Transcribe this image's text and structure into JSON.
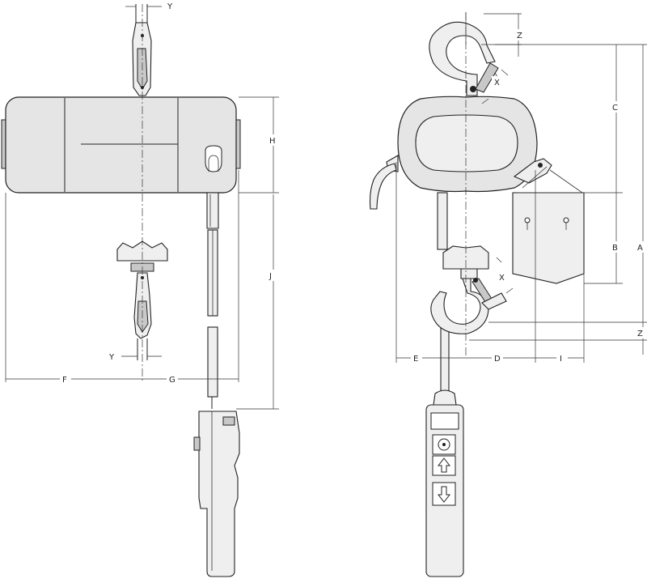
{
  "dimension_labels": {
    "a": "A",
    "b": "B",
    "c": "C",
    "d": "D",
    "e": "E",
    "f": "F",
    "g": "G",
    "h": "H",
    "i": "I",
    "j": "J",
    "x": "X",
    "y": "Y",
    "z": "Z"
  }
}
